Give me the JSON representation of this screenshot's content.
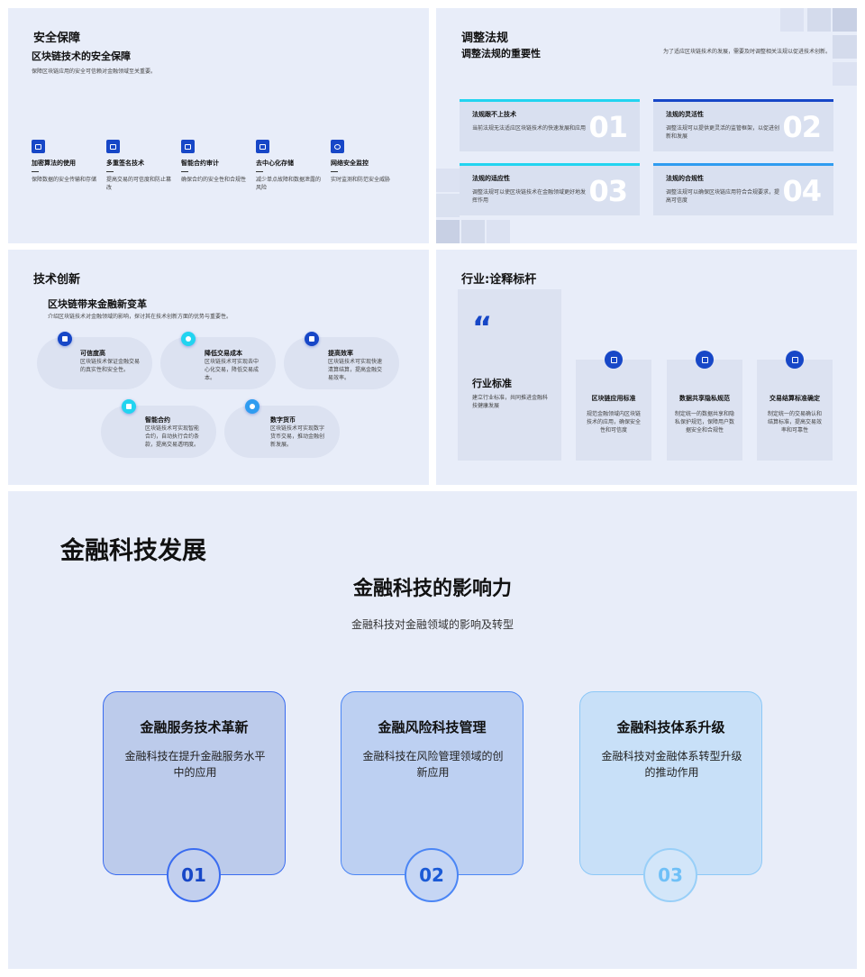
{
  "slide1": {
    "title": "安全保障",
    "subtitle": "区块链技术的安全保障",
    "desc": "保障区块链应用的安全可信赖对金融领域至关重要。",
    "features": [
      {
        "icon": "image-icon",
        "title": "加密算法的使用",
        "desc": "保障数据的安全传输和存储"
      },
      {
        "icon": "image-icon",
        "title": "多重签名技术",
        "desc": "提高交易的可信度和防止篡改"
      },
      {
        "icon": "contract-icon",
        "title": "智能合约审计",
        "desc": "确保合约的安全性和合规性"
      },
      {
        "icon": "storage-icon",
        "title": "去中心化存储",
        "desc": "减少单点故障和数据泄露的风险"
      },
      {
        "icon": "shield-icon",
        "title": "网络安全监控",
        "desc": "实时监测和防范安全威胁"
      }
    ]
  },
  "slide2": {
    "title": "调整法规",
    "subtitle": "调整法规的重要性",
    "note": "为了适应区块链技术的发展，需要及时调整相关法规以促进技术创新。",
    "cards": [
      {
        "title": "法规跟不上技术",
        "desc": "当前法规无法适应区块链技术的快速发展和应用",
        "num": "01",
        "color": "#22d4f0"
      },
      {
        "title": "法规的灵活性",
        "desc": "调整法规可以提供更灵活的监管框架，以促进创新和发展",
        "num": "02",
        "color": "#1747c7"
      },
      {
        "title": "法规的适应性",
        "desc": "调整法规可以使区块链技术在金融领域更好地发挥作用",
        "num": "03",
        "color": "#22d4f0"
      },
      {
        "title": "法规的合规性",
        "desc": "调整法规可以确保区块链应用符合合规要求，提高可信度",
        "num": "04",
        "color": "#2f9cf0"
      }
    ]
  },
  "slide3": {
    "title": "技术创新",
    "subtitle": "区块链带来金融新变革",
    "desc": "介绍区块链技术对金融领域的影响，探讨其在技术创新方面的优势与重要性。",
    "items": [
      {
        "title": "可信度高",
        "desc": "区块链技术保证金融交易的真实性和安全性。",
        "icon": "image-icon",
        "color": "#1747c7"
      },
      {
        "title": "降低交易成本",
        "desc": "区块链技术可实现去中心化交易，降低交易成本。",
        "icon": "gear-icon",
        "color": "#22d4f0"
      },
      {
        "title": "提高效率",
        "desc": "区块链技术可实现快速清算结算，提高金融交易效率。",
        "icon": "storage-icon",
        "color": "#1747c7"
      },
      {
        "title": "智能合约",
        "desc": "区块链技术可实现智能合约，自动执行合约条款，提高交易透明度。",
        "icon": "contract-icon",
        "color": "#22d4f0"
      },
      {
        "title": "数字货币",
        "desc": "区块链技术可实现数字货币交易，推动金融创新发展。",
        "icon": "coin-icon",
        "color": "#2f9cf0"
      }
    ]
  },
  "slide4": {
    "title": "行业:诠释标杆",
    "quote_mark": "“",
    "main_title": "行业标准",
    "main_desc": "建立行业标准，共同推进金融科技健康发展",
    "cards": [
      {
        "icon": "document-icon",
        "title": "区块链应用标准",
        "desc": "规范金融领域内区块链技术的应用，确保安全性和可信度"
      },
      {
        "icon": "network-icon",
        "title": "数据共享隐私规范",
        "desc": "制定统一的数据共享和隐私保护规范，保障用户数据安全和合规性"
      },
      {
        "icon": "image-icon",
        "title": "交易结算标准确定",
        "desc": "制定统一的交易确认和结算标准，提高交易效率和可靠性"
      }
    ]
  },
  "slide5": {
    "title": "金融科技发展",
    "subtitle": "金融科技的影响力",
    "desc": "金融科技对金融领域的影响及转型",
    "cards": [
      {
        "title": "金融服务技术革新",
        "desc": "金融科技在提升金融服务水平中的应用",
        "num": "01",
        "color": "#1747c7"
      },
      {
        "title": "金融风险科技管理",
        "desc": "金融科技在风险管理领域的创新应用",
        "num": "02",
        "color": "#1a5ad6"
      },
      {
        "title": "金融科技体系升级",
        "desc": "金融科技对金融体系转型升级的推动作用",
        "num": "03",
        "color": "#6fc0f7"
      }
    ]
  }
}
